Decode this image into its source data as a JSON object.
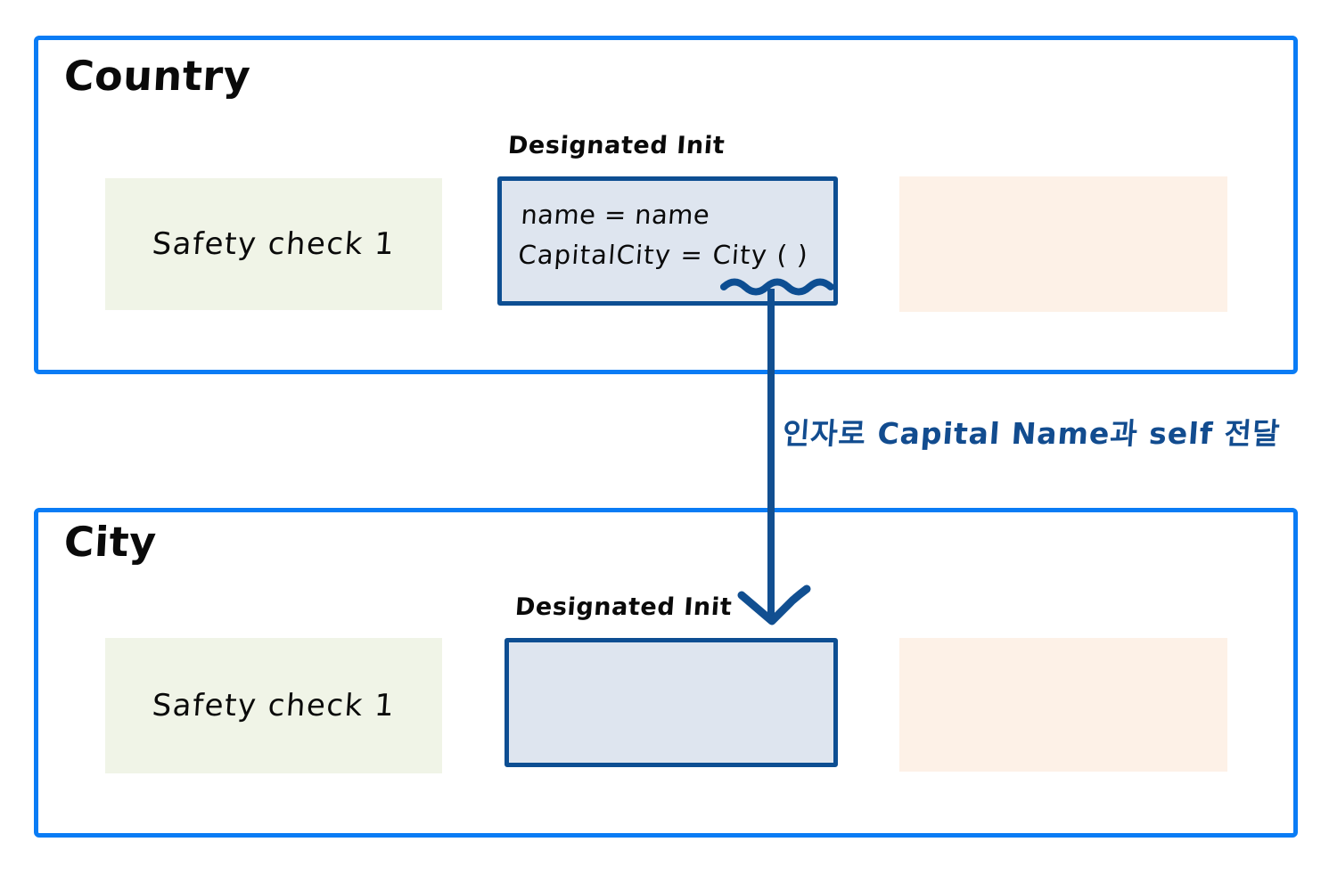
{
  "diagram": {
    "title_hidden": "Swift designated initializer delegation between Country and City",
    "colors": {
      "container_border": "#0a7cf5",
      "init_border": "#0d4e92",
      "init_fill": "#dee5ef",
      "annotation_blue": "#124c8f",
      "tint_green": "#f0f4e7",
      "tint_peach": "#fdf1e7",
      "ink_black": "#0a0a0a"
    }
  },
  "country": {
    "title": "Country",
    "safety_check": {
      "label": "Safety  check 1"
    },
    "peach_panel": {
      "label": ""
    },
    "designated_init": {
      "label": "Designated Init",
      "code_lines": [
        "name = name",
        "CapitalCity  =   City ( )"
      ],
      "squiggle_target": "City ( )"
    }
  },
  "city": {
    "title": "City",
    "safety_check": {
      "label": "Safety  check 1"
    },
    "peach_panel": {
      "label": ""
    },
    "designated_init": {
      "label": "Designated Init",
      "code_lines": []
    }
  },
  "connector": {
    "annotation": "인자로  Capital Name과   self  전달",
    "direction": "down",
    "from": "Country.designated_init.CapitalCity = City()",
    "to": "City.designated_init"
  }
}
